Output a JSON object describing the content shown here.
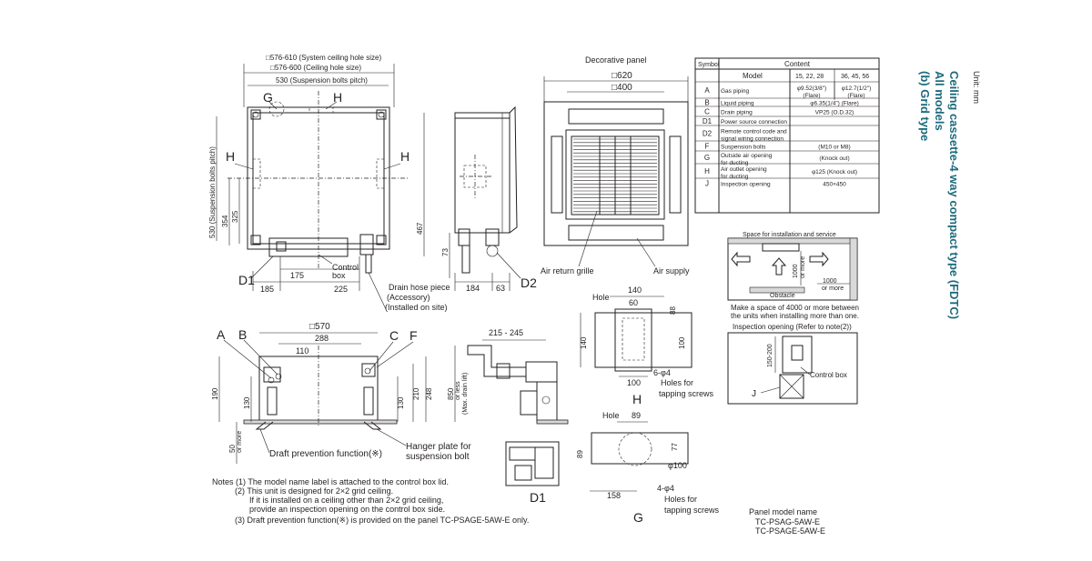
{
  "colors": {
    "title": "#1d6b7c",
    "line": "#231f20",
    "shade": "#d9d9d9"
  },
  "unit_label": "Unit: mm",
  "title": {
    "line1": "Ceiling cassette-4 way compact type (FDTC)",
    "line2": "All models",
    "line3": "(b) Grid type"
  },
  "top_view": {
    "dim_hole_system": "□576-610 (System ceiling hole size)",
    "dim_hole": "□576-600 (Ceiling hole size)",
    "dim_bolt_pitch": "530 (Suspension bolts pitch)",
    "label_g": "G",
    "label_h_top": "H",
    "label_h_left": "H",
    "label_h_right": "H",
    "dim_v_pitch": "530 (Suspension bolts pitch)",
    "dim_354": "354",
    "dim_325": "325",
    "dim_467": "467",
    "label_d1": "D1",
    "dim_175": "175",
    "dim_185": "185",
    "dim_225": "225",
    "control_box": "Control",
    "control_box_2": "box",
    "drain_hose_1": "Drain hose piece",
    "drain_hose_2": "(Accessory)",
    "drain_hose_3": "(Installed on site)"
  },
  "side_view_right": {
    "dim_73": "73",
    "dim_184": "184",
    "dim_63": "63",
    "label_d2": "D2"
  },
  "panel_view": {
    "title": "Decorative panel",
    "dim_620": "□620",
    "dim_400": "□400",
    "air_return": "Air return grille",
    "air_supply": "Air supply"
  },
  "symbol_table": {
    "header_symbol": "Symbol",
    "header_content": "Content",
    "model_label": "Model",
    "model_a": "15, 22, 28",
    "model_b": "36, 45, 56",
    "rows": [
      {
        "sym": "A",
        "desc": "Gas piping",
        "v1": "φ9.52(3/8\")",
        "v1b": "(Flare)",
        "v2": "φ12.7(1/2\")",
        "v2b": "(Flare)"
      },
      {
        "sym": "B",
        "desc": "Liquid piping",
        "span": "φ6.35(1/4\") (Flare)"
      },
      {
        "sym": "C",
        "desc": "Drain piping",
        "span": "VP25 (O.D.32)"
      },
      {
        "sym": "D1",
        "desc": "Power source connection",
        "span": ""
      },
      {
        "sym": "D2",
        "desc": "Remote control code and",
        "desc2": "signal wiring connection",
        "span": ""
      },
      {
        "sym": "F",
        "desc": "Suspension bolts",
        "span": "(M10 or M8)"
      },
      {
        "sym": "G",
        "desc": "Outside air opening",
        "desc2": "for ducting",
        "span": "(Knock out)"
      },
      {
        "sym": "H",
        "desc": "Air outlet opening",
        "desc2": "for ducting",
        "span": "φ125 (Knock out)"
      },
      {
        "sym": "J",
        "desc": "Inspection opening",
        "span": "450×450"
      }
    ]
  },
  "service_space": {
    "title": "Space for installation and service",
    "dim_1000a": "1000",
    "dim_1000a_sub": "or more",
    "dim_1000b": "1000",
    "dim_1000b_sub": "or more",
    "obstacle": "Obstacle",
    "note_1": "Make a space of 4000 or more between",
    "note_2": "the units when installing more than one."
  },
  "inspection": {
    "title": "Inspection opening (Refer to note(2))",
    "dim": "150-200",
    "control_box": "Control box",
    "label_j": "J"
  },
  "front_view": {
    "dim_570": "□570",
    "dim_288": "288",
    "dim_110": "110",
    "label_a": "A",
    "label_b": "B",
    "label_c": "C",
    "label_f": "F",
    "dim_190": "190",
    "dim_130a": "130",
    "dim_210": "210",
    "dim_248": "248",
    "dim_130b": "130",
    "dim_50": "50",
    "dim_50_sub": "or more",
    "draft": "Draft prevention function(※)",
    "hanger_1": "Hanger plate for",
    "hanger_2": "suspension bolt"
  },
  "drain_view": {
    "dim_215": "215 - 245",
    "dim_850": "850",
    "dim_850_sub": "or less",
    "dim_850_sub2": "(Max. drain lift)"
  },
  "detail_h": {
    "hole": "Hole",
    "dim_140": "140",
    "dim_60": "60",
    "dim_88": "88",
    "dim_140v": "140",
    "dim_100v": "100",
    "dim_100": "100",
    "bolts": "6-φ4",
    "holes_1": "Holes for",
    "holes_2": "tapping screws",
    "label": "H"
  },
  "detail_g": {
    "hole": "Hole",
    "dim_89": "89",
    "dim_89v": "89",
    "dim_77": "77",
    "dia": "φ100",
    "bolts": "4-φ4",
    "holes_1": "Holes for",
    "holes_2": "tapping screws",
    "dim_158": "158",
    "label": "G"
  },
  "detail_d1": {
    "label": "D1"
  },
  "notes": {
    "n1": "Notes (1) The model name label is attached to the control box lid.",
    "n2": "(2) This unit is designed for 2×2 grid ceiling.",
    "n2b": "If it is installed on a ceiling other than 2×2 grid ceiling,",
    "n2c": "provide an inspection opening on the control box side.",
    "n3": "(3) Draft prevention function(※) is provided on the panel TC-PSAGE-5AW-E only."
  },
  "panel_model": {
    "title": "Panel model name",
    "m1": "TC-PSAG-5AW-E",
    "m2": "TC-PSAGE-5AW-E"
  }
}
